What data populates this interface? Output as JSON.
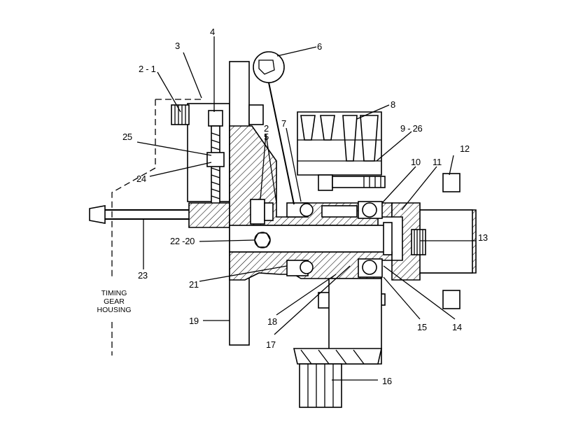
{
  "labels": {
    "l1": "2 - 1",
    "l3": "3",
    "l4": "4",
    "l6": "6",
    "l8": "8",
    "l7": "7",
    "l2": "2",
    "l5": "5",
    "l9": "9 - 26",
    "l25": "25",
    "l24": "24",
    "l12": "12",
    "l10": "10",
    "l11": "11",
    "l13": "13",
    "l22": "22 -20",
    "l23": "23",
    "l21": "21",
    "l18": "18",
    "l17": "17",
    "l15": "15",
    "l14": "14",
    "l19": "19",
    "l16": "16"
  },
  "caption": {
    "line1": "TIMING",
    "line2": "GEAR",
    "line3": "HOUSING"
  }
}
